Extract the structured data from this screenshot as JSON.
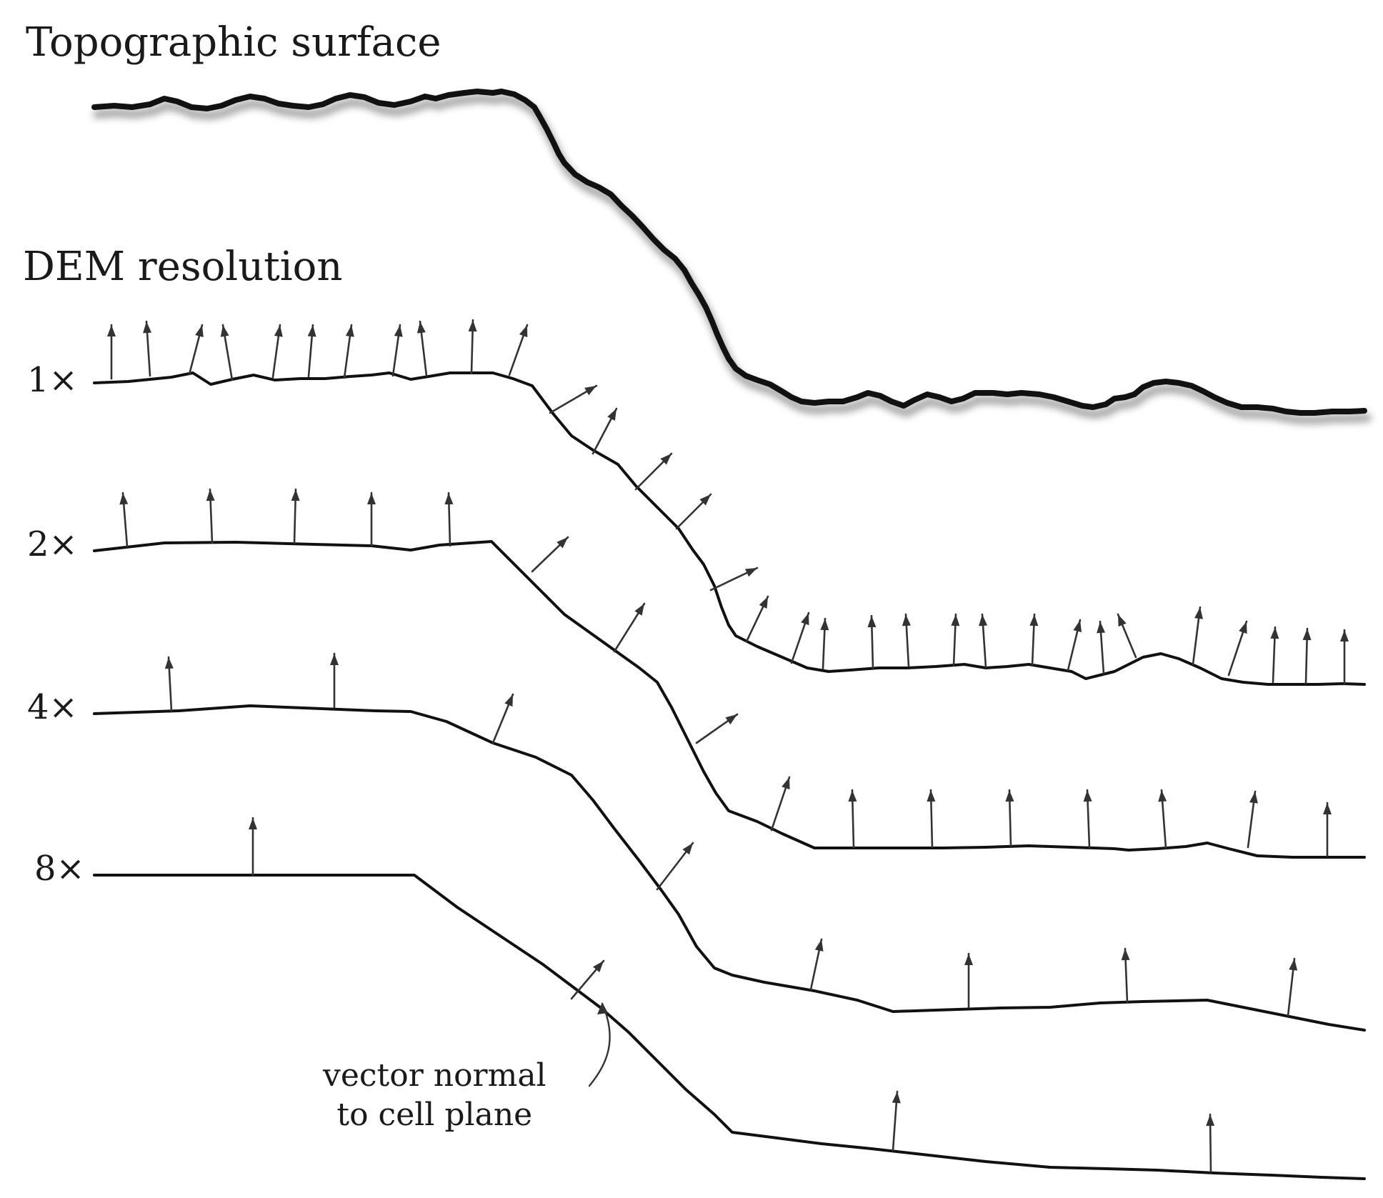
{
  "title": "Topographic surface",
  "subtitle": "DEM resolution",
  "resolutions": [
    {
      "label": "1×"
    },
    {
      "label": "2×"
    },
    {
      "label": "4×"
    },
    {
      "label": "8×"
    }
  ],
  "annotation": {
    "line1": "vector normal",
    "line2": "to cell plane"
  },
  "colors": {
    "line": "#111111",
    "arrow": "#333333",
    "shadow": "#9a9a9a"
  }
}
